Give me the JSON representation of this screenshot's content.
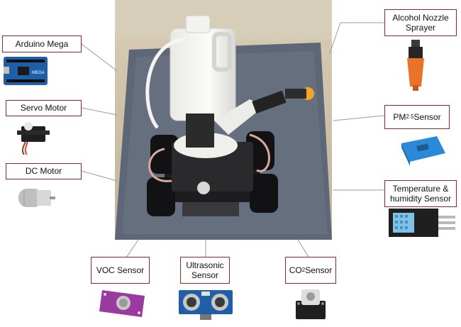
{
  "labels": {
    "arduino": "Arduino Mega",
    "servo": "Servo Motor",
    "dc": "DC Motor",
    "voc": "VOC  Sensor",
    "ultrasonic_l1": "Ultrasonic",
    "ultrasonic_l2": "Sensor",
    "co2_main": "CO",
    "co2_sub": "2",
    "co2_rest": " Sensor",
    "alcohol_l1": "Alcohol Nozzle",
    "alcohol_l2": "Sprayer",
    "pm_main": "PM",
    "pm_sub": "2.5",
    "pm_rest": " Sensor",
    "temp_l1": "Temperature &",
    "temp_l2": "humidity Sensor"
  },
  "colors": {
    "box_border": "#8b2a2a",
    "leader_line": "#9a9a9a",
    "board_blue": "#1f5fa8",
    "voc_board": "#9b3a9e",
    "nozzle_orange": "#e8742a",
    "pm_blue": "#2a8ad8"
  }
}
